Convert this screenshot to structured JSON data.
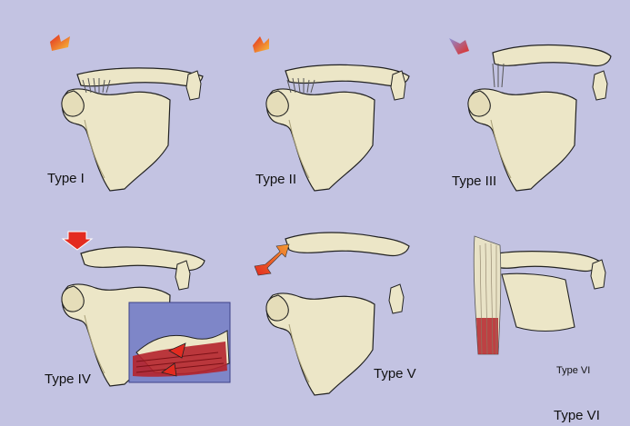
{
  "colors": {
    "background": "#c3c3e2",
    "bone": "#ece6c7",
    "bone_shadow": "#d9d2ac",
    "outline": "#222222",
    "arrow_red": "#e32b20",
    "arrow_orange": "#f39a32",
    "inset_bg": "#7e86c8",
    "muscle_red": "#b5242c"
  },
  "panels": [
    {
      "label": "Type I"
    },
    {
      "label": "Type II"
    },
    {
      "label": "Type III"
    },
    {
      "label": "Type IV"
    },
    {
      "label": "Type V"
    },
    {
      "label": "Type VI"
    }
  ],
  "extra_label": "Type VI"
}
